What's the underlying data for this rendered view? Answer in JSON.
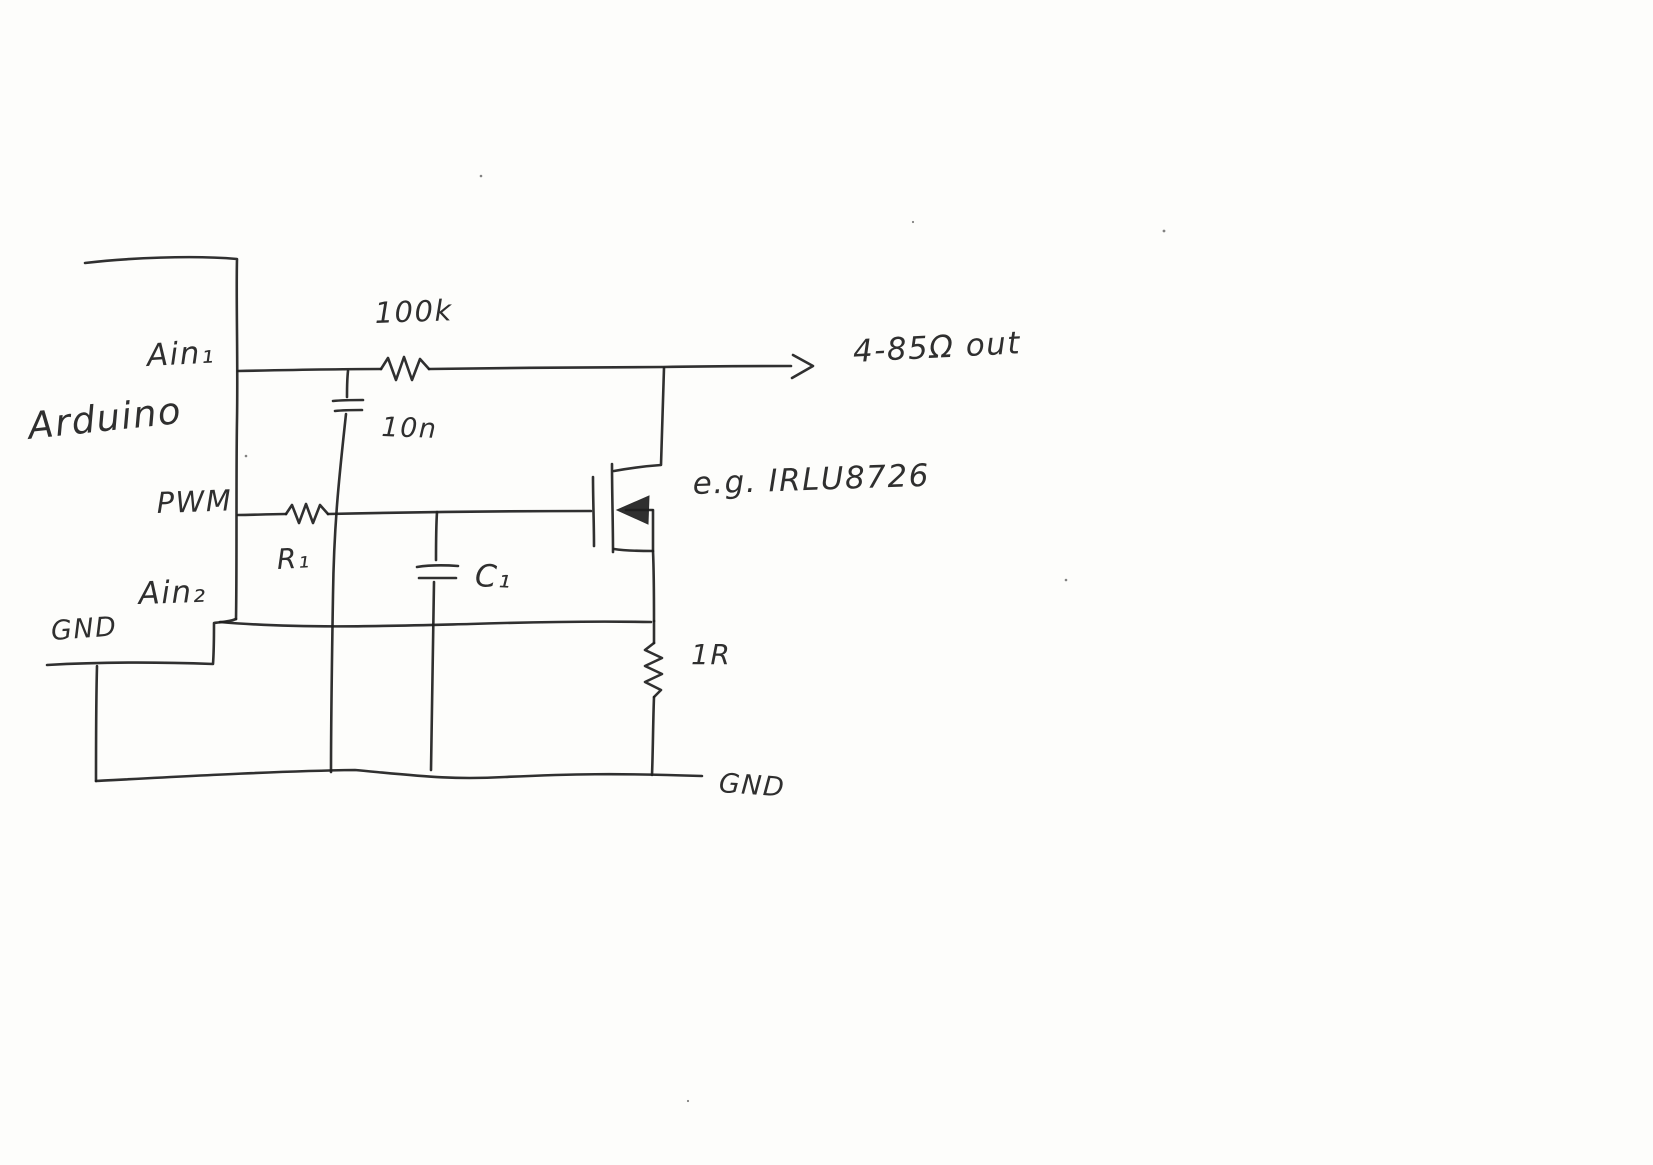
{
  "page": {
    "background": "#fdfdfb",
    "ink": "#1e1e1e",
    "kind": "hand-drawn circuit schematic"
  },
  "schematic": {
    "mcu": {
      "label": "Arduino",
      "pin_ain1": "Ain₁",
      "pin_pwm": "PWM",
      "pin_ain2": "Ain₂",
      "pin_gnd": "GND"
    },
    "feedback_filter": {
      "resistor_label": "100k",
      "cap_label": "10n"
    },
    "gate_rc": {
      "resistor_label": "R₁",
      "cap_label": "C₁"
    },
    "mosfet": {
      "label": "e.g. IRLU8726"
    },
    "sense_resistor": {
      "label": "1R"
    },
    "output": {
      "label": "4-85Ω out",
      "arrow_icon": "right-arrow"
    },
    "ground": {
      "label": "GND"
    }
  }
}
